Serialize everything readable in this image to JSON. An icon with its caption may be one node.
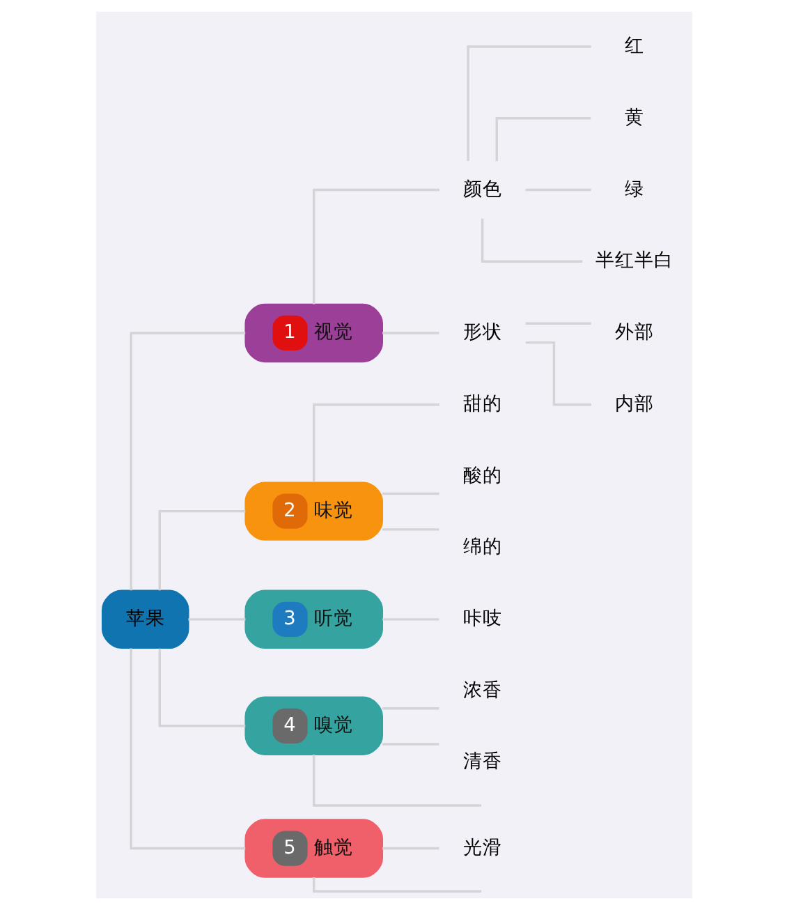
{
  "diagram": {
    "nodes": [
      {
        "text": [
          "苹果"
        ]
      },
      {
        "text": [
          "1",
          "视觉"
        ]
      },
      {
        "text": [
          "颜色"
        ]
      },
      {
        "text": [
          "红"
        ]
      },
      {
        "text": [
          "黄"
        ]
      },
      {
        "text": [
          "绿"
        ]
      },
      {
        "text": [
          "半红半白"
        ]
      },
      {
        "text": [
          "形状"
        ]
      },
      {
        "text": [
          "外部"
        ]
      },
      {
        "text": [
          "内部"
        ]
      },
      {
        "text": [
          "2",
          "味觉"
        ]
      },
      {
        "text": [
          "甜的"
        ]
      },
      {
        "text": [
          "酸的"
        ]
      },
      {
        "text": [
          "绵的"
        ]
      },
      {
        "text": [
          "3",
          "听觉"
        ]
      },
      {
        "text": [
          "咔吱"
        ]
      },
      {
        "text": [
          "4",
          "嗅觉"
        ]
      },
      {
        "text": [
          "浓香"
        ]
      },
      {
        "text": [
          "清香"
        ]
      },
      {
        "text": [
          "5",
          "触觉"
        ]
      },
      {
        "text": [
          "光滑"
        ]
      }
    ],
    "edges": [
      {
        "from": 0,
        "to": 1,
        "arrow": "none"
      },
      {
        "from": 1,
        "to": 2,
        "arrow": "none"
      },
      {
        "from": 2,
        "to": 3,
        "arrow": "none"
      },
      {
        "from": 2,
        "to": 4,
        "arrow": "none"
      },
      {
        "from": 2,
        "to": 5,
        "arrow": "none"
      },
      {
        "from": 2,
        "to": 6,
        "arrow": "none"
      },
      {
        "from": 1,
        "to": 7,
        "arrow": "none"
      },
      {
        "from": 7,
        "to": 8,
        "arrow": "none"
      },
      {
        "from": 7,
        "to": 9,
        "arrow": "none"
      },
      {
        "from": 0,
        "to": 10,
        "arrow": "none"
      },
      {
        "from": 10,
        "to": 11,
        "arrow": "none"
      },
      {
        "from": 10,
        "to": 12,
        "arrow": "none"
      },
      {
        "from": 10,
        "to": 13,
        "arrow": "none"
      },
      {
        "from": 0,
        "to": 14,
        "arrow": "none"
      },
      {
        "from": 14,
        "to": 15,
        "arrow": "none"
      },
      {
        "from": 0,
        "to": 16,
        "arrow": "none"
      },
      {
        "from": 16,
        "to": 17,
        "arrow": "none"
      },
      {
        "from": 16,
        "to": 18,
        "arrow": "none"
      },
      {
        "from": 16,
        "to": null,
        "arrow": "none"
      },
      {
        "from": 0,
        "to": 19,
        "arrow": "none"
      },
      {
        "from": 19,
        "to": 20,
        "arrow": "none"
      },
      {
        "from": 19,
        "to": null,
        "arrow": "none"
      }
    ]
  }
}
